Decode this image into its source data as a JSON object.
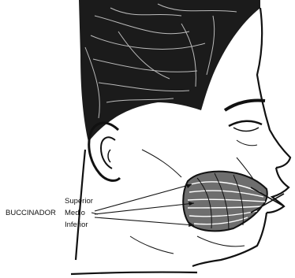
{
  "labels": {
    "muscle": "BUCCINADOR",
    "parts": [
      "Superior",
      "Medio",
      "Inferior"
    ]
  },
  "colors": {
    "ink": "#111111",
    "paper": "#ffffff",
    "muscle_fill": "#6e6e6e"
  },
  "icons": {
    "figure": "head-profile-illustration",
    "muscle": "buccinator-muscle"
  }
}
